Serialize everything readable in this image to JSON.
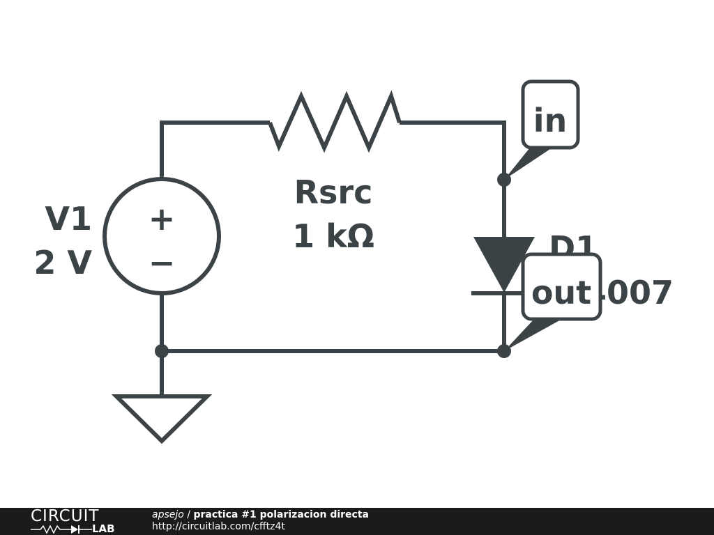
{
  "circuit": {
    "source": {
      "name": "V1",
      "value": "2 V",
      "plus": "+",
      "minus": "−"
    },
    "resistor": {
      "name": "Rsrc",
      "value": "1 kΩ"
    },
    "diode": {
      "name": "D1",
      "part": "1N4007"
    },
    "labels": {
      "in": "in",
      "out": "out"
    }
  },
  "footer": {
    "brand_top": "CIRCUIT",
    "brand_bottom": "LAB",
    "author": "apsejo",
    "separator": " / ",
    "title": "practica #1 polarizacion directa",
    "url": "http://circuitlab.com/cfftz4t"
  },
  "colors": {
    "ink": "#3b4347",
    "footer_bg": "#1b1b1b",
    "footer_text": "#ffffff"
  }
}
